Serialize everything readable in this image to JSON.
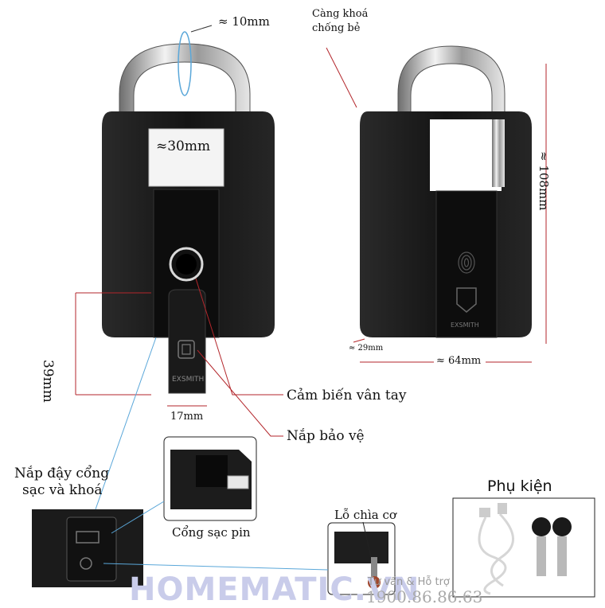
{
  "dimensions": {
    "shackle_diameter": "≈ 10mm",
    "inner_width": "≈30mm",
    "height": "≈ 108mm",
    "front_height": "39mm",
    "thickness": "≈ 29mm",
    "width": "≈ 64mm",
    "cover_width": "17mm"
  },
  "labels": {
    "anti_cut_shackle": [
      "Càng khoá",
      "chống bẻ"
    ],
    "fingerprint_sensor": "Cảm biến vân tay",
    "protective_cover": "Nắp bảo vệ",
    "charging_cover": [
      "Nắp đậy cổng",
      "sạc và khoá"
    ],
    "charging_port": "Cổng sạc pin",
    "key_hole": "Lỗ chìa cơ",
    "accessories": "Phụ kiện"
  },
  "product_text": {
    "lock_logo": "EXSMITH"
  },
  "brand": {
    "name": "HOMEMATIC.VN",
    "support": "Tư vấn & Hỗ trợ",
    "hotline": "1900.86.86.63"
  },
  "colors": {
    "annotation_red": "#b3262b",
    "annotation_blue": "#5aa7d9",
    "lock_body": "#1c1c1c",
    "brand_text": "#c9ccea"
  }
}
